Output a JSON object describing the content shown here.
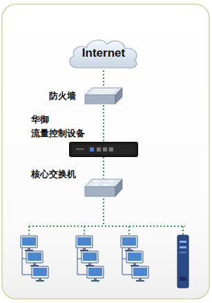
{
  "diagram": {
    "nodes": [
      {
        "text": [
          "Internet"
        ]
      },
      {
        "text": [
          "防火墙"
        ]
      },
      {
        "text": [
          "华御 流量控制设备"
        ]
      },
      {
        "text": [
          "核心交换机"
        ]
      }
    ],
    "edges": [
      {
        "from": 0,
        "to": 1,
        "arrow": "none"
      },
      {
        "from": 1,
        "to": 2,
        "arrow": "none"
      },
      {
        "from": 2,
        "to": 3,
        "arrow": "none"
      }
    ]
  }
}
